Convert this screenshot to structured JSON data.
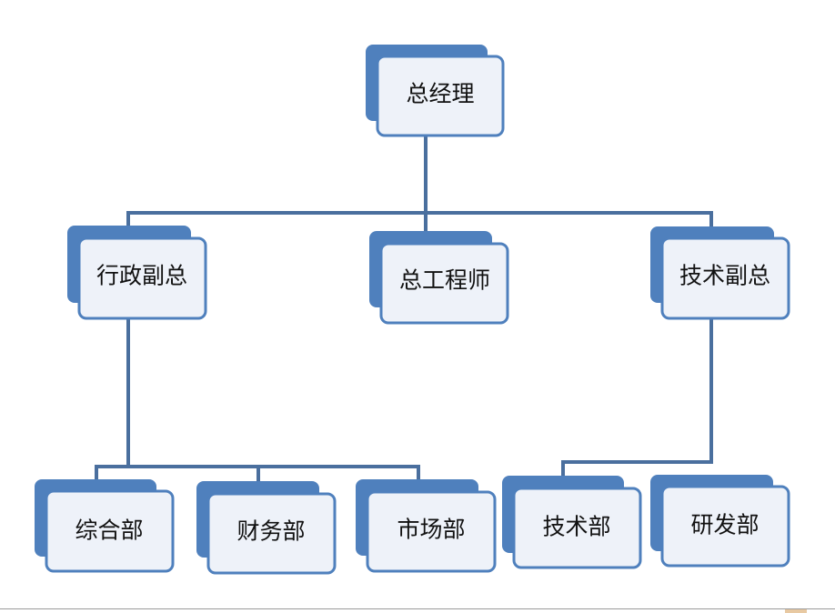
{
  "diagram": {
    "nodes": {
      "ceo": "总经理",
      "admin_vp": "行政副总",
      "chief_engineer": "总工程师",
      "tech_vp": "技术副总",
      "general_dept": "综合部",
      "finance_dept": "财务部",
      "marketing_dept": "市场部",
      "tech_dept": "技术部",
      "rd_dept": "研发部"
    },
    "colors": {
      "box_fill": "#eef2f9",
      "box_border": "#4f80bd",
      "shadow": "#4f80bd",
      "connector": "#4a6f9e"
    }
  }
}
